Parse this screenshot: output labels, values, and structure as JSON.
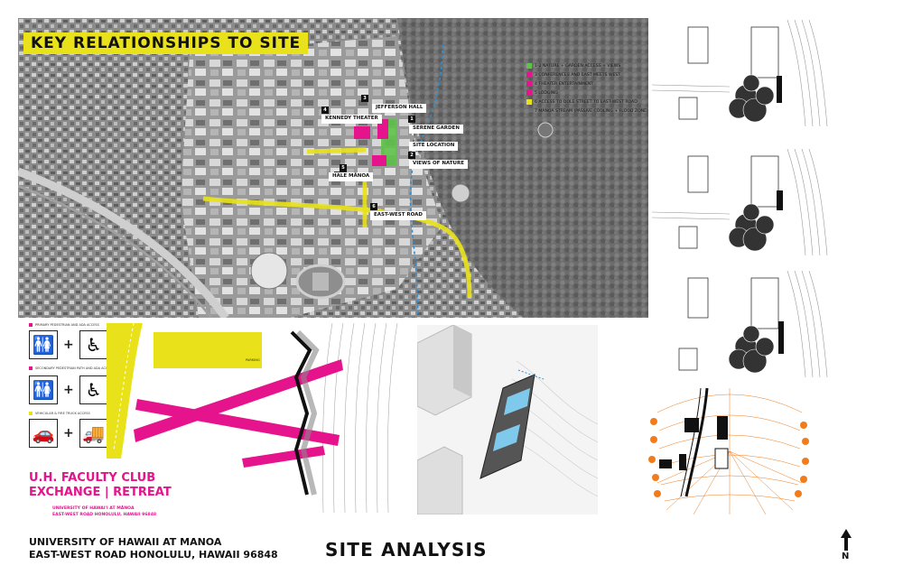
{
  "map": {
    "title": "KEY RELATIONSHIPS TO SITE",
    "labels": {
      "jefferson_hall": "JEFFERSON HALL",
      "kennedy_theater": "KENNEDY THEATER",
      "serene_garden": "SERENE GARDEN",
      "site_location": "SITE LOCATION",
      "views_of_nature": "VIEWS OF NATURE",
      "hale_manoa": "HALE MĀNOA",
      "east_west_road": "EAST-WEST ROAD"
    },
    "numbers": {
      "jefferson_hall": "3",
      "kennedy_theater": "4",
      "serene_garden": "1",
      "views_of_nature": "2",
      "hale_manoa": "5",
      "east_west_road": "6"
    },
    "legend": [
      {
        "text": "1-2 NATURE + GARDEN ACCESS + VIEWS",
        "color": "#5fc24a"
      },
      {
        "text": "3 CONFERENCES AND EAST MEETS WEST",
        "color": "#e5138c"
      },
      {
        "text": "4 THEATER ENTERTAINMENT",
        "color": "#e5138c"
      },
      {
        "text": "5 LODGING",
        "color": "#e5138c"
      },
      {
        "text": "6 ACCESS TO DOLE STREET TO EAST-WEST ROAD",
        "color": "#e9e21a"
      },
      {
        "text": "7 MANOA STREAM (PASSIVE COOLING + FLOOD ZONE)",
        "color": "#2c8fd6"
      }
    ]
  },
  "access": {
    "primary": "PRIMARY PEDESTRIAN AND ADA ACCESS",
    "secondary": "SECONDARY PEDESTRIAN PATH AND ADA ACCESS",
    "vehicular": "VEHICULAR & FIRE TRUCK ACCESS",
    "parking": "PARKING",
    "plus": "+"
  },
  "project": {
    "line1": "U.H. FACULTY CLUB",
    "line2": "EXCHANGE | RETREAT",
    "sub1": "UNIVERSITY OF HAWAI'I AT MĀNOA",
    "sub2": "EAST-WEST ROAD HONOLULU, HAWAII 96848"
  },
  "footer": {
    "line1": "UNIVERSITY OF HAWAII AT MANOA",
    "line2": "EAST-WEST ROAD HONOLULU, HAWAII 96848",
    "title": "SITE ANALYSIS",
    "north": "N"
  },
  "colors": {
    "magenta": "#e5138c",
    "yellow": "#e9e21a",
    "green": "#5fc24a",
    "blue": "#2c8fd6",
    "orange": "#f07c1c"
  }
}
